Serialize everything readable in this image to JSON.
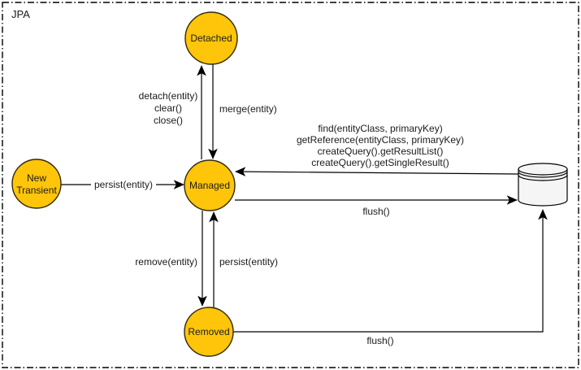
{
  "diagram": {
    "title": "JPA",
    "states": {
      "detached": "Detached",
      "new_transient": [
        "New",
        "Transient"
      ],
      "managed": "Managed",
      "removed": "Removed"
    },
    "transitions": {
      "managed_to_detached": [
        "detach(entity)",
        "clear()",
        "close()"
      ],
      "detached_to_managed": "merge(entity)",
      "new_to_managed": "persist(entity)",
      "db_to_managed": [
        "find(entityClass, primaryKey)",
        "getReference(entityClass, primaryKey)",
        "createQuery().getResultList()",
        "createQuery().getSingleResult()"
      ],
      "managed_to_db": "flush()",
      "managed_to_removed": "remove(entity)",
      "removed_to_managed": "persist(entity)",
      "removed_to_db": "flush()"
    },
    "colors": {
      "state_fill": "#FFC50A",
      "state_stroke": "#33290A",
      "db_fill": "#F5F5F5",
      "line": "#000000",
      "background": "#FFFFFF"
    }
  }
}
